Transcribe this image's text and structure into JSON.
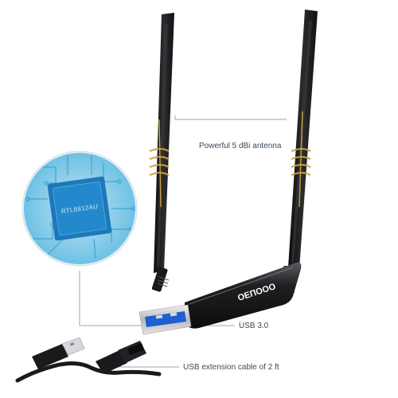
{
  "callouts": {
    "antenna": "Powerful 5 dBi antenna",
    "usb": "USB 3.0",
    "cable": "USB extension cable of 2 ft"
  },
  "chip": {
    "label": "RTL8812AU"
  },
  "device": {
    "brand": "ОЕПООО"
  },
  "colors": {
    "antenna_black": "#1c1c1e",
    "antenna_gold": "#c9a33a",
    "usb_blue": "#1f5fd0",
    "chip_blue": "#1d78b8",
    "leader_line": "#9aa7b3"
  }
}
